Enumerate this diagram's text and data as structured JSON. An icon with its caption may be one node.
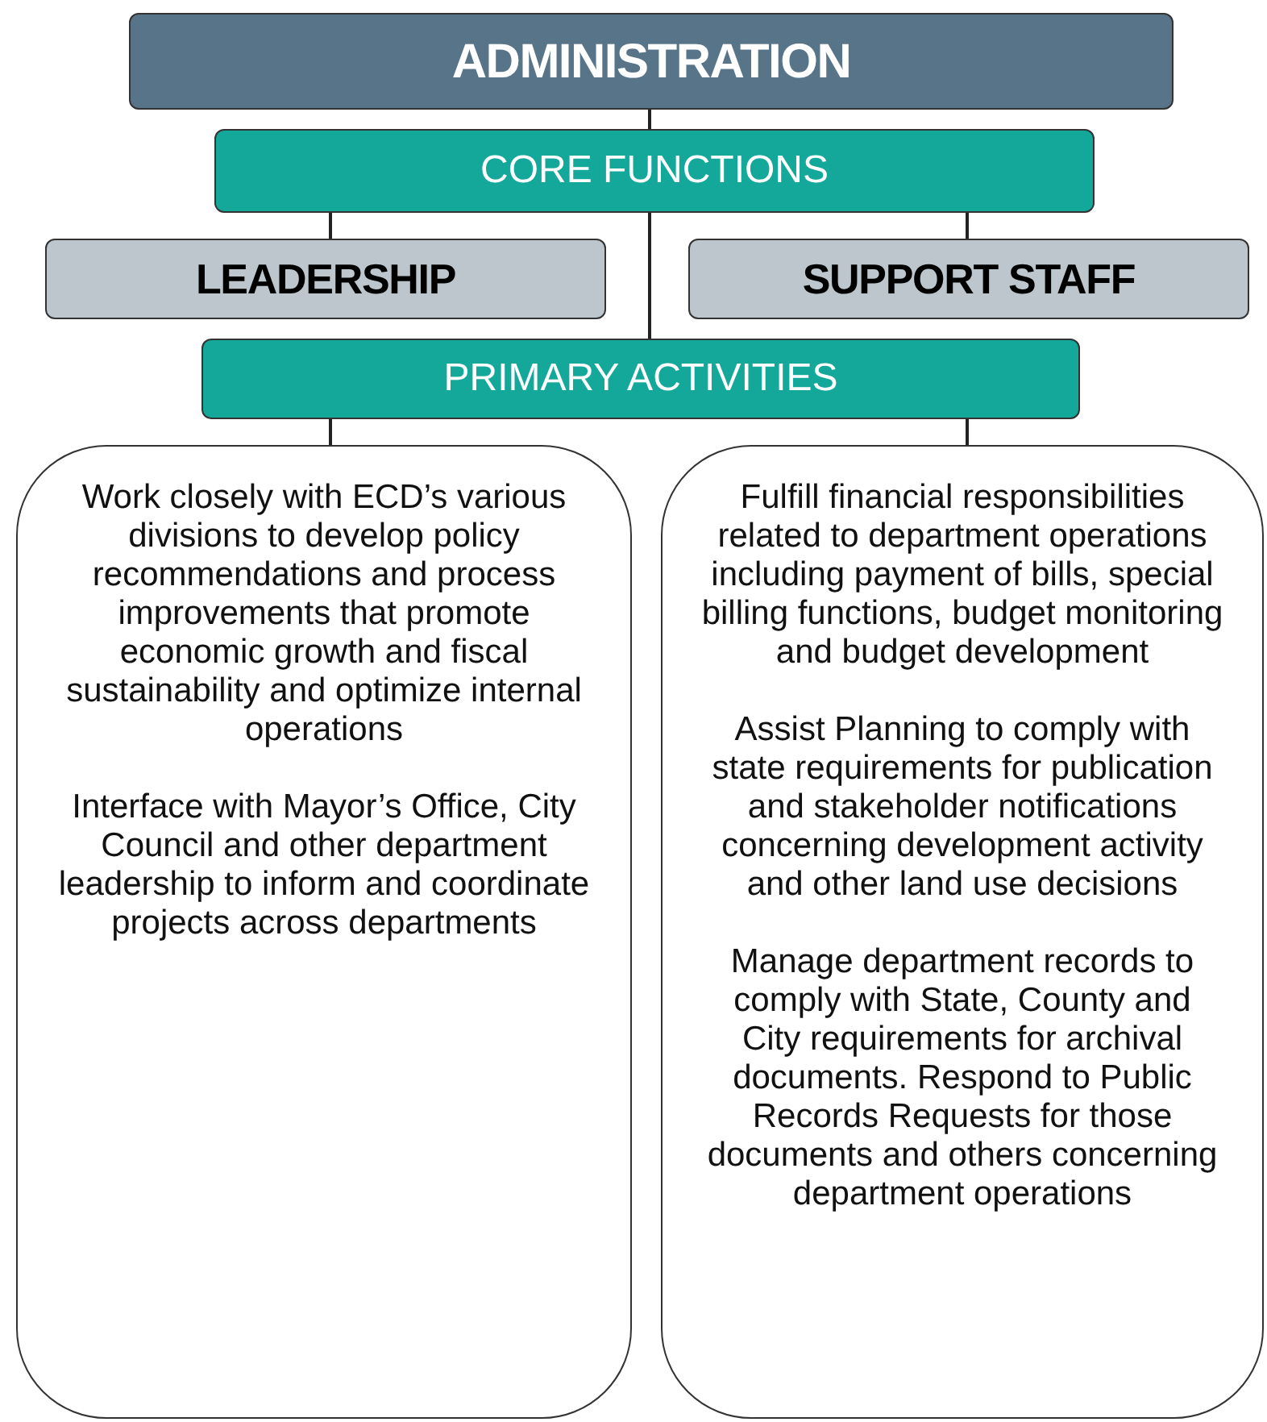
{
  "diagram": {
    "nodes": [
      {
        "text": [
          "ADMINISTRATION"
        ]
      },
      {
        "text": [
          "CORE FUNCTIONS"
        ]
      },
      {
        "text": [
          "LEADERSHIP"
        ]
      },
      {
        "text": [
          "SUPPORT STAFF"
        ]
      },
      {
        "text": [
          "PRIMARY ACTIVITIES"
        ]
      },
      {
        "text": [
          "Work closely with ECD’s various divisions to develop policy recommendations and process improvements that promote economic growth and fiscal sustainability and optimize internal operations",
          "Interface with Mayor’s Office, City Council and other department leadership to inform and coordinate projects across departments"
        ]
      },
      {
        "text": [
          "Fulfill financial responsibilities related to department operations including payment of bills, special billing functions, budget monitoring and budget development",
          "Assist Planning to comply with state requirements for publication and stakeholder notifications concerning development activity and other land use decisions",
          "Manage department records to comply with State, County and City requirements for archival documents. Respond to Public Records Requests for those documents and others concerning department operations"
        ]
      }
    ],
    "edges": [
      {
        "from": 0,
        "to": 1,
        "arrow": "none"
      },
      {
        "from": 1,
        "to": 2,
        "arrow": "none"
      },
      {
        "from": 1,
        "to": 3,
        "arrow": "none"
      },
      {
        "from": 1,
        "to": 4,
        "arrow": "none"
      },
      {
        "from": 4,
        "to": 5,
        "arrow": "none"
      },
      {
        "from": 4,
        "to": 6,
        "arrow": "none"
      }
    ]
  }
}
